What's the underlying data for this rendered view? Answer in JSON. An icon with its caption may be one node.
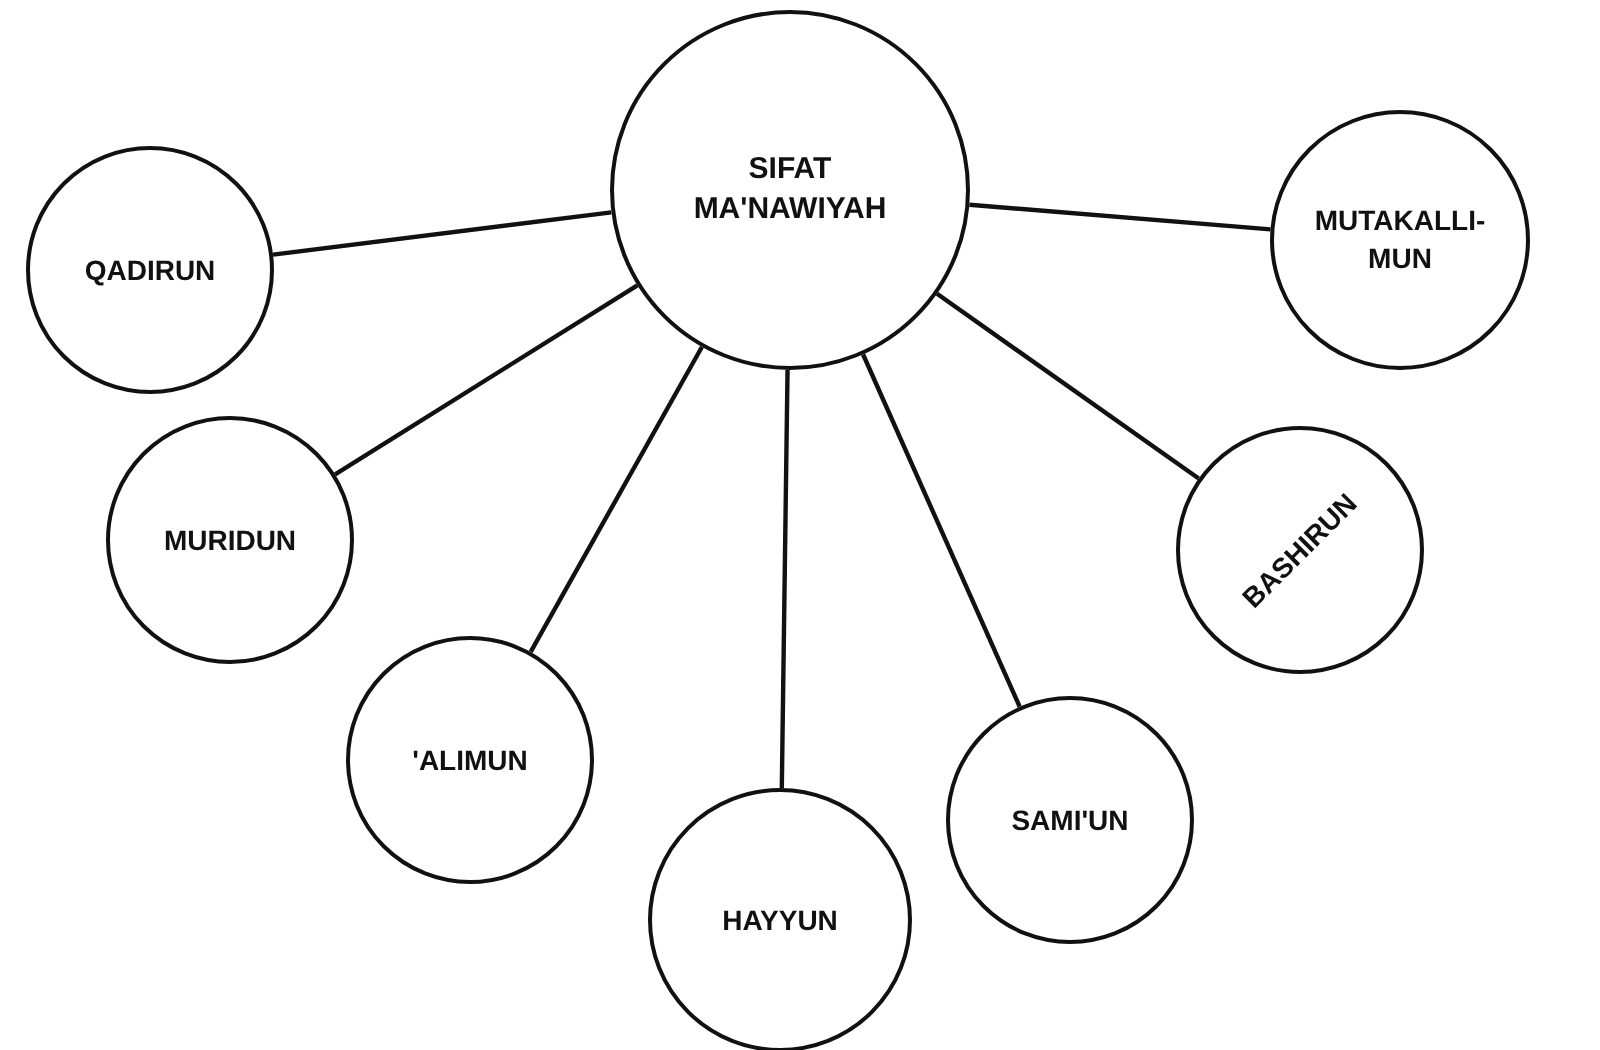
{
  "diagram": {
    "nodes": [
      {
        "text": [
          "SIFAT MA'NAWIYAH"
        ]
      },
      {
        "text": [
          "QADIRUN"
        ]
      },
      {
        "text": [
          "MUTAKALLI-MUN"
        ]
      },
      {
        "text": [
          "MURIDUN"
        ]
      },
      {
        "text": [
          "BASHIRUN"
        ]
      },
      {
        "text": [
          "'ALIMUN"
        ]
      },
      {
        "text": [
          "SAMI'UN"
        ]
      },
      {
        "text": [
          "HAYYUN"
        ]
      }
    ],
    "edges": [
      {
        "from": 0,
        "to": 1,
        "arrow": "none"
      },
      {
        "from": 0,
        "to": 2,
        "arrow": "none"
      },
      {
        "from": 0,
        "to": 3,
        "arrow": "none"
      },
      {
        "from": 0,
        "to": 4,
        "arrow": "none"
      },
      {
        "from": 0,
        "to": 5,
        "arrow": "none"
      },
      {
        "from": 0,
        "to": 6,
        "arrow": "none"
      },
      {
        "from": 0,
        "to": 7,
        "arrow": "none"
      }
    ]
  }
}
